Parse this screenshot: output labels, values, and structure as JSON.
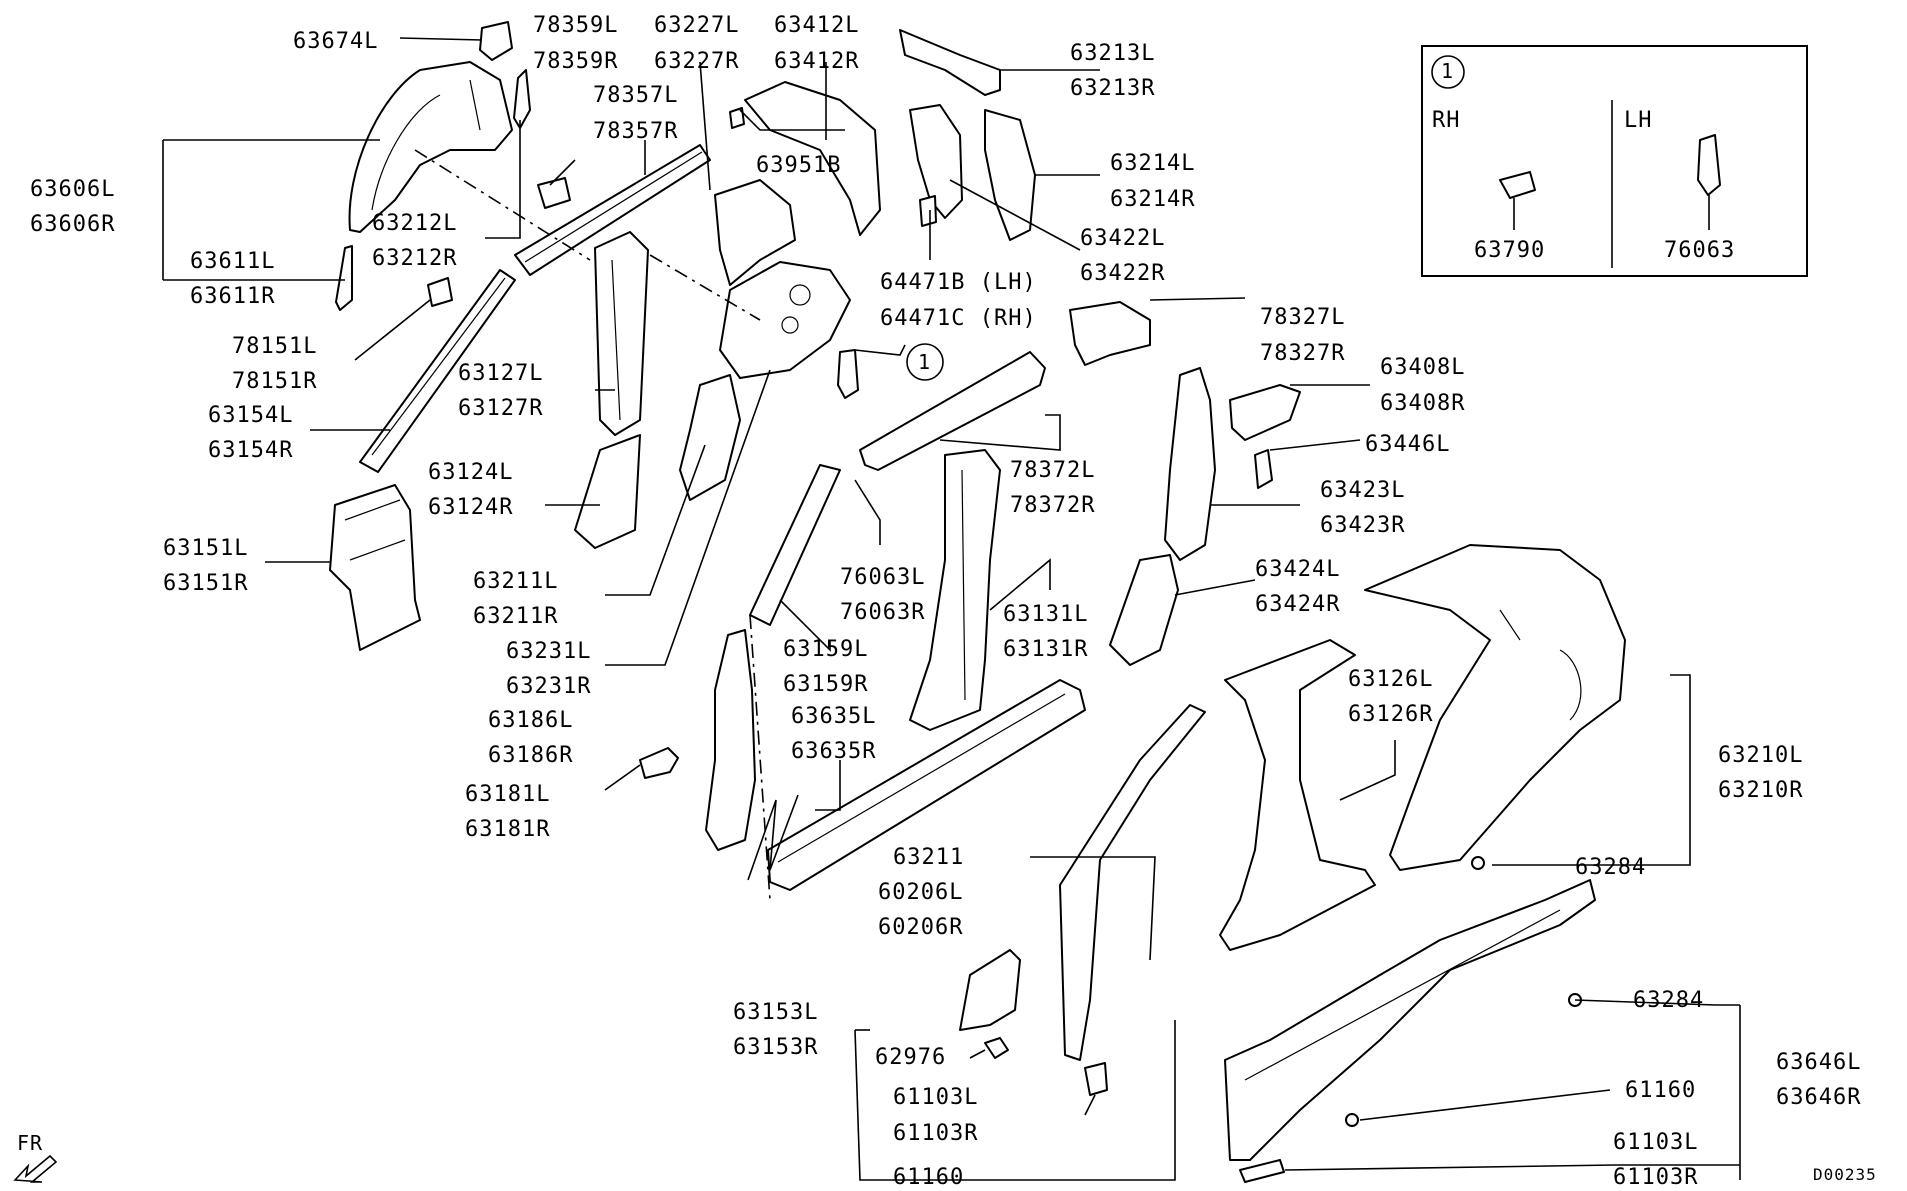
{
  "diagram": {
    "code": "D00235",
    "direction_label": "FR",
    "callout_number": "1",
    "inset": {
      "rh_label": "RH",
      "lh_label": "LH",
      "rh_part": "63790",
      "lh_part": "76063"
    },
    "labels": [
      {
        "key": "p63674L",
        "text": "63674L"
      },
      {
        "key": "p78359L",
        "text": "78359L"
      },
      {
        "key": "p78359R",
        "text": "78359R"
      },
      {
        "key": "p63227L",
        "text": "63227L"
      },
      {
        "key": "p63227R",
        "text": "63227R"
      },
      {
        "key": "p63412L",
        "text": "63412L"
      },
      {
        "key": "p63412R",
        "text": "63412R"
      },
      {
        "key": "p63213L",
        "text": "63213L"
      },
      {
        "key": "p63213R",
        "text": "63213R"
      },
      {
        "key": "p78357L",
        "text": "78357L"
      },
      {
        "key": "p78357R",
        "text": "78357R"
      },
      {
        "key": "p63951B",
        "text": "63951B"
      },
      {
        "key": "p63214L",
        "text": "63214L"
      },
      {
        "key": "p63214R",
        "text": "63214R"
      },
      {
        "key": "p63606L",
        "text": "63606L"
      },
      {
        "key": "p63606R",
        "text": "63606R"
      },
      {
        "key": "p63212L",
        "text": "63212L"
      },
      {
        "key": "p63212R",
        "text": "63212R"
      },
      {
        "key": "p63422L",
        "text": "63422L"
      },
      {
        "key": "p63422R",
        "text": "63422R"
      },
      {
        "key": "p63611L",
        "text": "63611L"
      },
      {
        "key": "p63611R",
        "text": "63611R"
      },
      {
        "key": "p64471B",
        "text": "64471B (LH)"
      },
      {
        "key": "p64471C",
        "text": "64471C (RH)"
      },
      {
        "key": "p78151L",
        "text": "78151L"
      },
      {
        "key": "p78151R",
        "text": "78151R"
      },
      {
        "key": "p78327L",
        "text": "78327L"
      },
      {
        "key": "p78327R",
        "text": "78327R"
      },
      {
        "key": "p63127L",
        "text": "63127L"
      },
      {
        "key": "p63127R",
        "text": "63127R"
      },
      {
        "key": "p63408L",
        "text": "63408L"
      },
      {
        "key": "p63408R",
        "text": "63408R"
      },
      {
        "key": "p63154L",
        "text": "63154L"
      },
      {
        "key": "p63154R",
        "text": "63154R"
      },
      {
        "key": "p63446L",
        "text": "63446L"
      },
      {
        "key": "p78372L",
        "text": "78372L"
      },
      {
        "key": "p78372R",
        "text": "78372R"
      },
      {
        "key": "p63124L",
        "text": "63124L"
      },
      {
        "key": "p63124R",
        "text": "63124R"
      },
      {
        "key": "p63423L",
        "text": "63423L"
      },
      {
        "key": "p63423R",
        "text": "63423R"
      },
      {
        "key": "p63151L",
        "text": "63151L"
      },
      {
        "key": "p63151R",
        "text": "63151R"
      },
      {
        "key": "p76063L",
        "text": "76063L"
      },
      {
        "key": "p76063R",
        "text": "76063R"
      },
      {
        "key": "p63424L",
        "text": "63424L"
      },
      {
        "key": "p63424R",
        "text": "63424R"
      },
      {
        "key": "p63211L",
        "text": "63211L"
      },
      {
        "key": "p63211R",
        "text": "63211R"
      },
      {
        "key": "p63131L",
        "text": "63131L"
      },
      {
        "key": "p63131R",
        "text": "63131R"
      },
      {
        "key": "p63231L",
        "text": "63231L"
      },
      {
        "key": "p63231R",
        "text": "63231R"
      },
      {
        "key": "p63159L",
        "text": "63159L"
      },
      {
        "key": "p63159R",
        "text": "63159R"
      },
      {
        "key": "p63126L",
        "text": "63126L"
      },
      {
        "key": "p63126R",
        "text": "63126R"
      },
      {
        "key": "p63186L",
        "text": "63186L"
      },
      {
        "key": "p63186R",
        "text": "63186R"
      },
      {
        "key": "p63635L",
        "text": "63635L"
      },
      {
        "key": "p63635R",
        "text": "63635R"
      },
      {
        "key": "p63210L",
        "text": "63210L"
      },
      {
        "key": "p63210R",
        "text": "63210R"
      },
      {
        "key": "p63181L",
        "text": "63181L"
      },
      {
        "key": "p63181R",
        "text": "63181R"
      },
      {
        "key": "p63211",
        "text": "63211"
      },
      {
        "key": "p63284a",
        "text": "63284"
      },
      {
        "key": "p60206L",
        "text": "60206L"
      },
      {
        "key": "p60206R",
        "text": "60206R"
      },
      {
        "key": "p63153L",
        "text": "63153L"
      },
      {
        "key": "p63153R",
        "text": "63153R"
      },
      {
        "key": "p63284b",
        "text": "63284"
      },
      {
        "key": "p62976",
        "text": "62976"
      },
      {
        "key": "p63646L",
        "text": "63646L"
      },
      {
        "key": "p63646R",
        "text": "63646R"
      },
      {
        "key": "p61103L",
        "text": "61103L"
      },
      {
        "key": "p61103R",
        "text": "61103R"
      },
      {
        "key": "p61160a",
        "text": "61160"
      },
      {
        "key": "p61103L2",
        "text": "61103L"
      },
      {
        "key": "p61103R2",
        "text": "61103R"
      },
      {
        "key": "p61160b",
        "text": "61160"
      }
    ]
  }
}
